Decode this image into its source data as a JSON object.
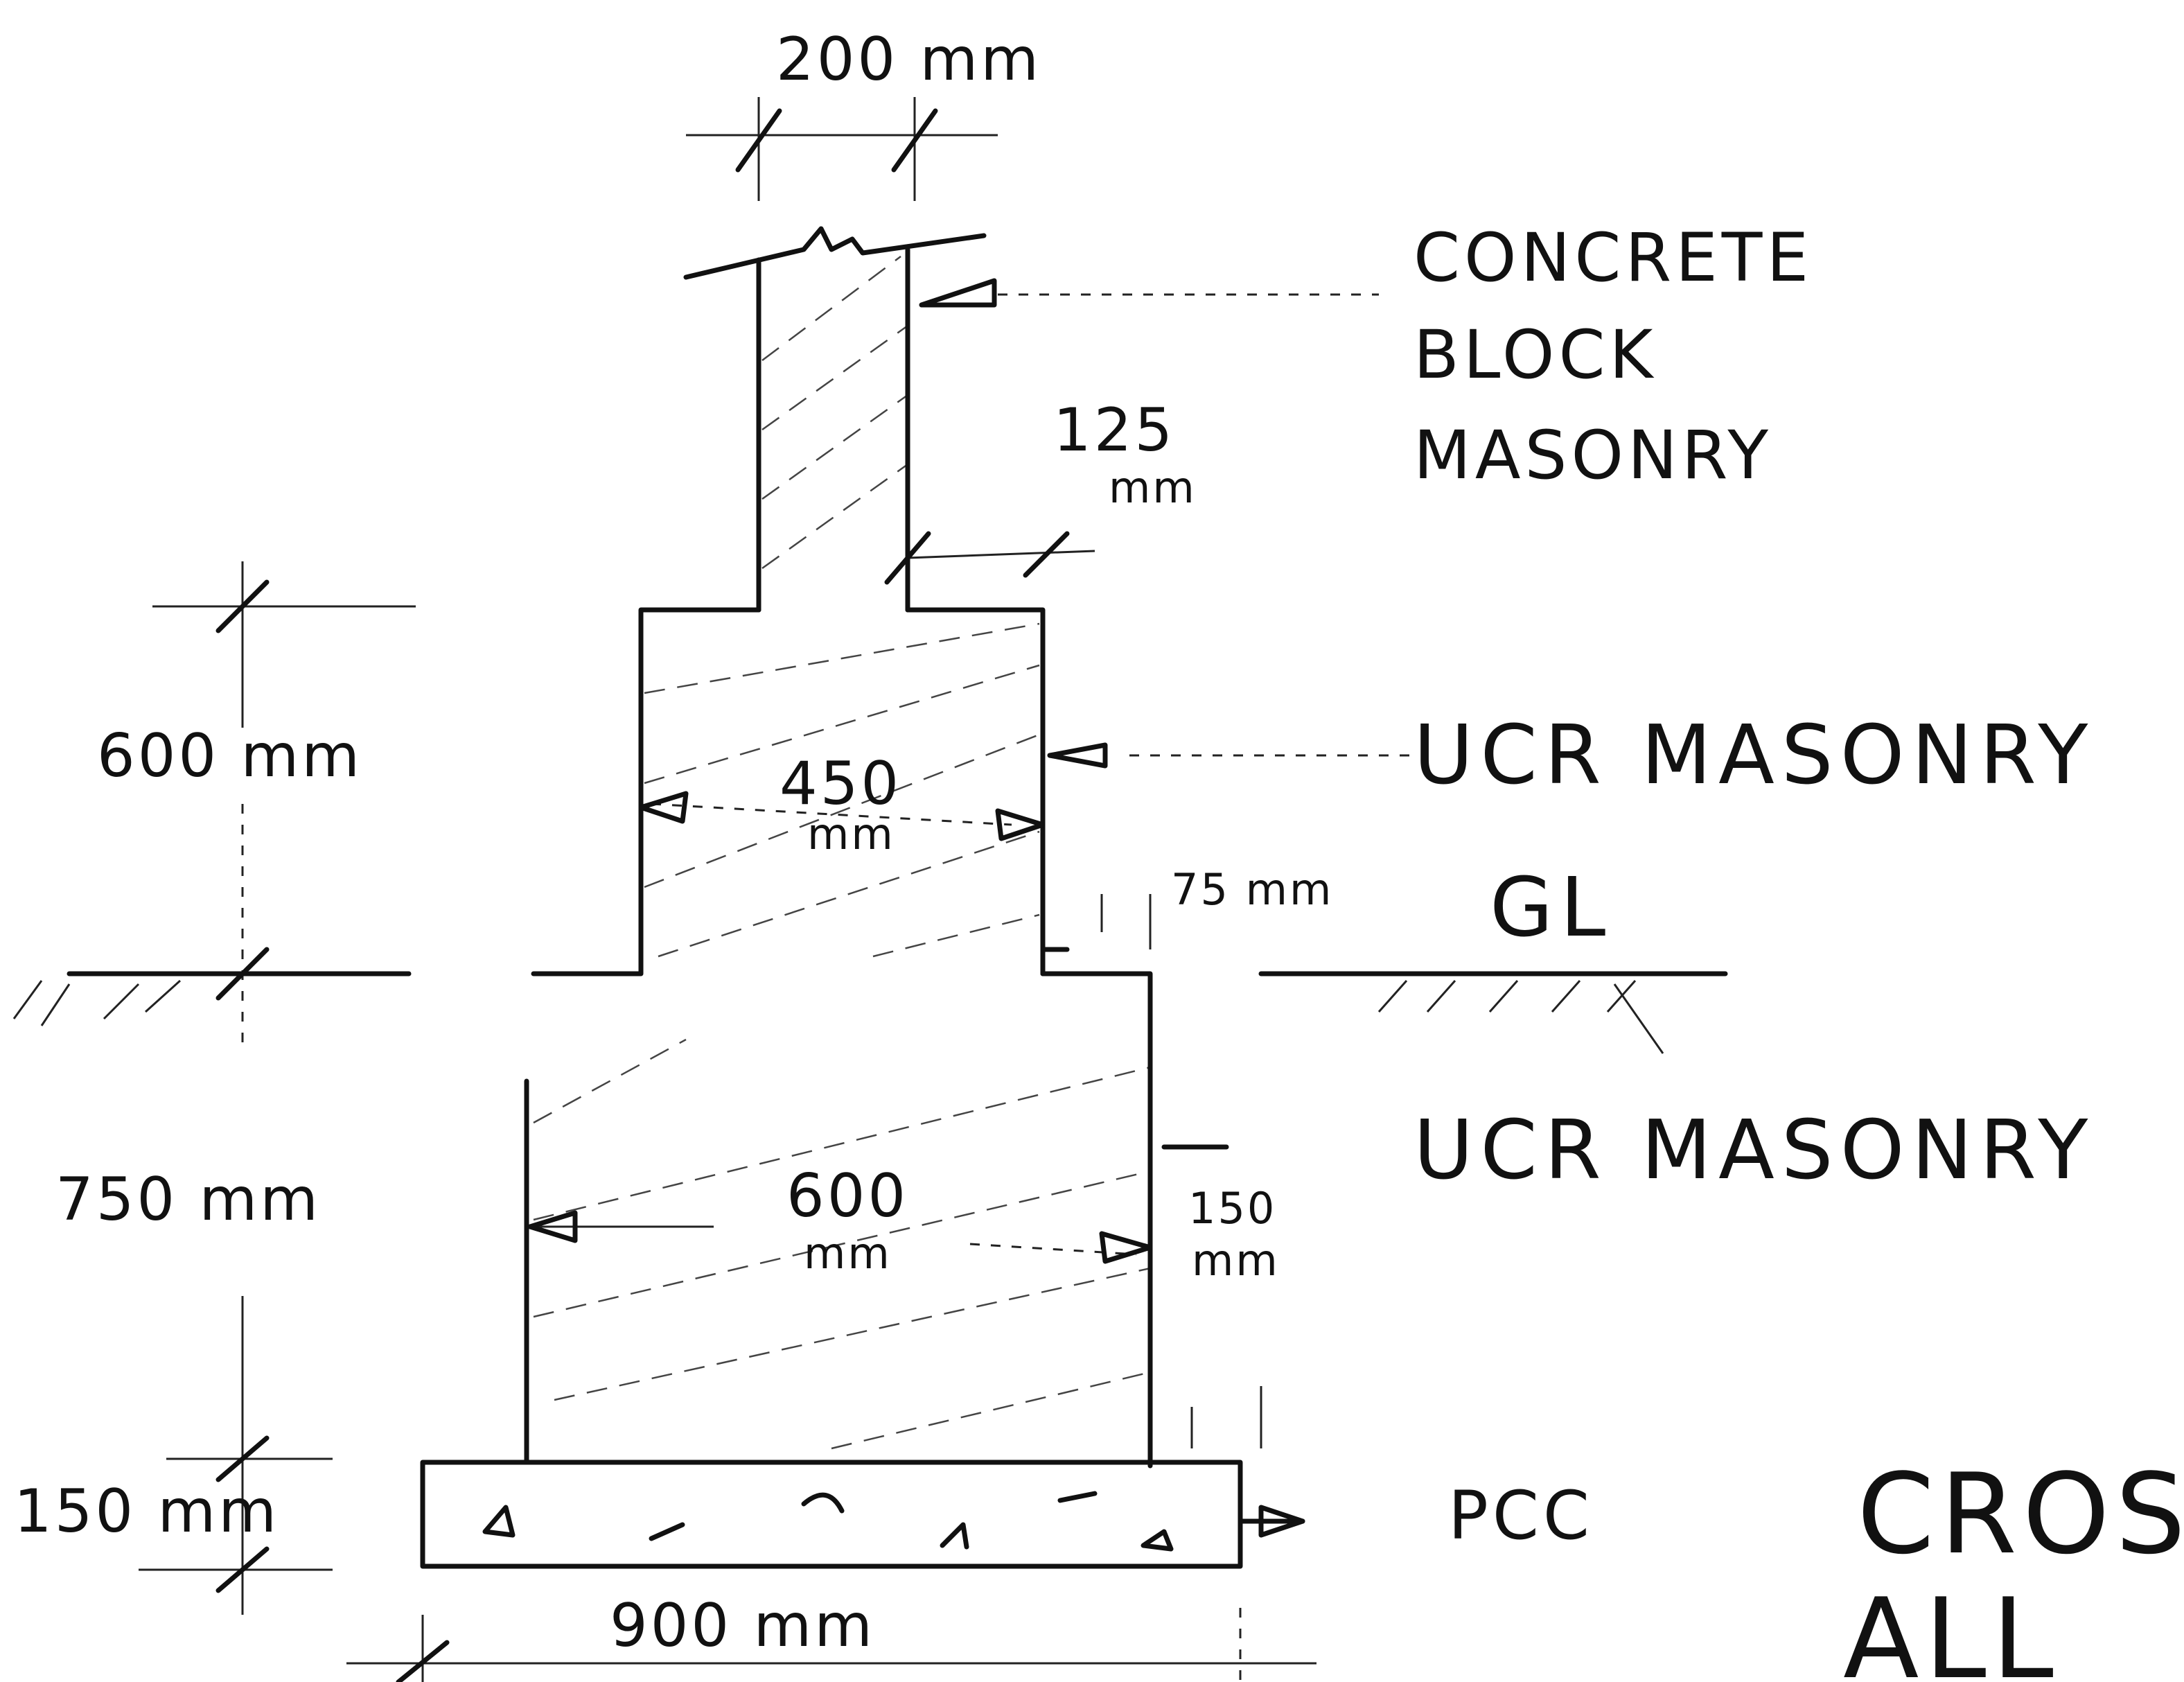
{
  "labels": {
    "concrete_block_line1": "CONCRETE",
    "concrete_block_line2": "BLOCK",
    "concrete_block_line3": "MASONRY",
    "ucr_masonry_upper": "UCR MASONRY",
    "ground_level": "GL",
    "ucr_masonry_lower": "UCR MASONRY",
    "pcc": "PCC",
    "title_line1": "CROS",
    "title_line2": "ALL"
  },
  "dimensions": {
    "wall_width": "200 mm",
    "offset_125_value": "125",
    "offset_125_unit": "mm",
    "plinth_height": "600 mm",
    "plinth_width_value": "450",
    "plinth_width_unit": "mm",
    "offset_75": "75 mm",
    "footing_depth": "750 mm",
    "footing_width_value": "600",
    "footing_width_unit": "mm",
    "offset_150_value": "150",
    "offset_150_unit": "mm",
    "pcc_thickness": "150 mm",
    "pcc_width": "900 mm"
  },
  "colors": {
    "ink": "#111111",
    "paper": "#ffffff"
  }
}
